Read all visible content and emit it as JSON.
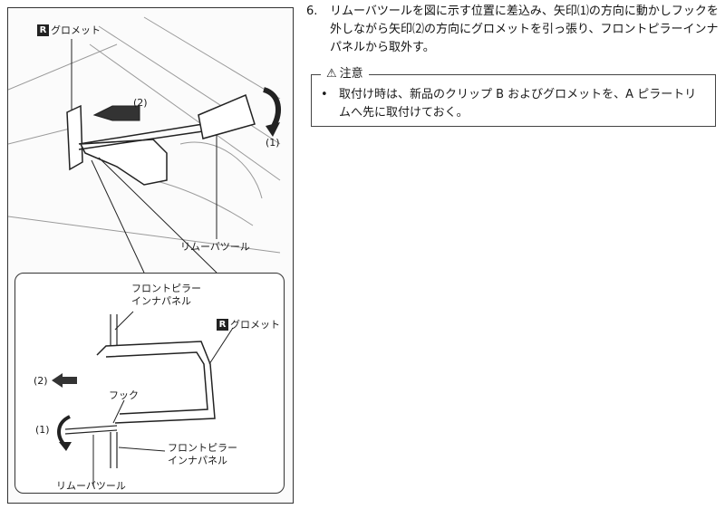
{
  "figure": {
    "top_label_grommet": "グロメット",
    "badge": "R",
    "arrow_2": "(2)",
    "arrow_1": "(1)",
    "remove_tool": "リムーバツール",
    "detail": {
      "front_pillar_inner_top": [
        "フロントピラー",
        "インナパネル"
      ],
      "grommet": "グロメット",
      "badge": "R",
      "arrow_2": "(2)",
      "hook": "フック",
      "arrow_1": "(1)",
      "front_pillar_inner_bottom": [
        "フロントピラー",
        "インナパネル"
      ],
      "remove_tool": "リムーバツール"
    }
  },
  "step": {
    "number": "6.",
    "text": "リムーバツールを図に示す位置に差込み、矢印⑴の方向に動かしフックを外しながら矢印⑵の方向にグロメットを引っ張り、フロントピラーインナパネルから取外す。"
  },
  "caution": {
    "icon": "warning-triangle-icon",
    "title": "注意",
    "items": [
      "取付け時は、新品のクリップ B およびグロメットを、A ピラートリムへ先に取付けておく。"
    ]
  }
}
